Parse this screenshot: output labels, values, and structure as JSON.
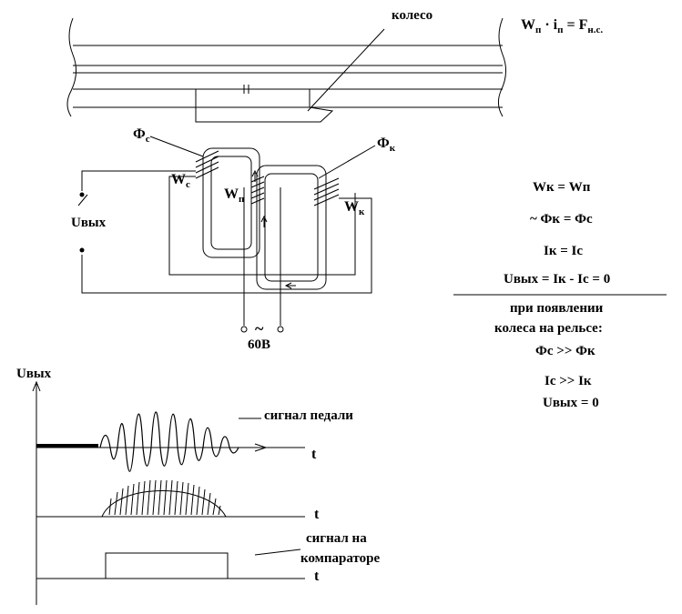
{
  "top_formula": {
    "main": "W",
    "sub1": "п",
    "dot": " · i",
    "sub2": "п",
    "eq": " = F",
    "sub3": "н.с."
  },
  "labels": {
    "wheel": "колесо",
    "phi_c": {
      "main": "Ф",
      "sub": "с"
    },
    "phi_k": {
      "main": "Ф",
      "sub": "к"
    },
    "w_c": {
      "main": "W",
      "sub": "с"
    },
    "w_p": {
      "main": "W",
      "sub": "п"
    },
    "w_k": {
      "main": "W",
      "sub": "к"
    },
    "u_out": "Uвых",
    "supply_tilde": "~",
    "supply_voltage": "60В",
    "u_axis": "Uвых",
    "t1": "t",
    "t2": "t",
    "t3": "t",
    "pedal_signal": "сигнал педали",
    "comparator_line1": "сигнал на",
    "comparator_line2": "компараторе"
  },
  "right_panel": {
    "eq1": "Wк = Wп",
    "eq2": "~ Фк = Фс",
    "eq3": "Iк = Iс",
    "eq4": "Uвых = Iк - Iс = 0",
    "cond1": "при появлении",
    "cond2": "колеса на рельсе:",
    "res1": "Фс >> Фк",
    "res2": "Iс >> Iк",
    "res3": "Uвых = 0"
  }
}
